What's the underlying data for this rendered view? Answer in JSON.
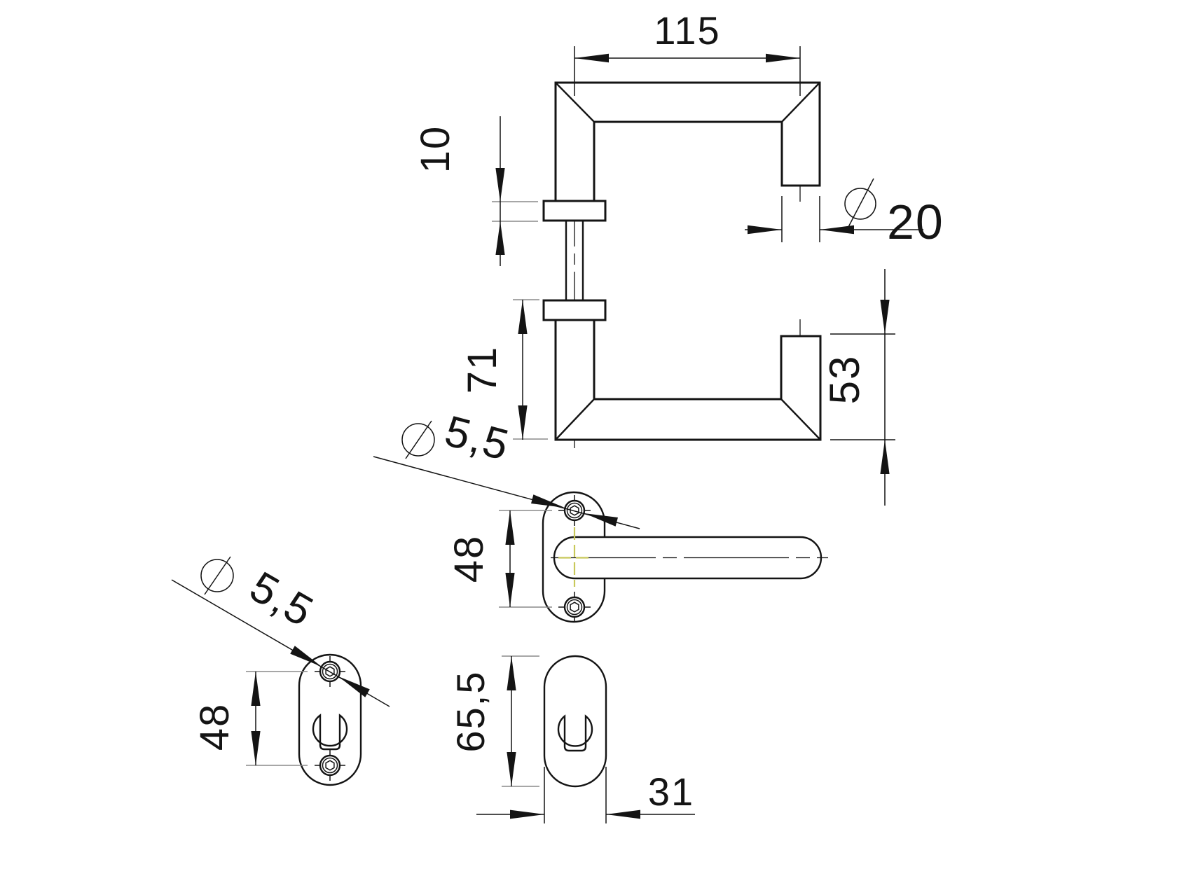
{
  "drawing": {
    "type": "technical-dimension-drawing",
    "subject": "door-handle-set",
    "colors": {
      "background": "#ffffff",
      "line": "#141414",
      "extension_line": "#8a8a8a",
      "accent_centerline": "#c8c85a"
    }
  },
  "views": {
    "top_view": {
      "grip_length": "115",
      "rosette_thickness": "10",
      "tube_diameter": "20",
      "neck_projection": "71",
      "arm_length": "53"
    },
    "front_view": {
      "screw_diameter": "5,5",
      "screw_spacing": "48"
    },
    "key_escutcheon": {
      "screw_diameter": "5,5",
      "screw_spacing": "48"
    },
    "cylinder_rosette": {
      "height": "65,5",
      "width": "31"
    }
  }
}
